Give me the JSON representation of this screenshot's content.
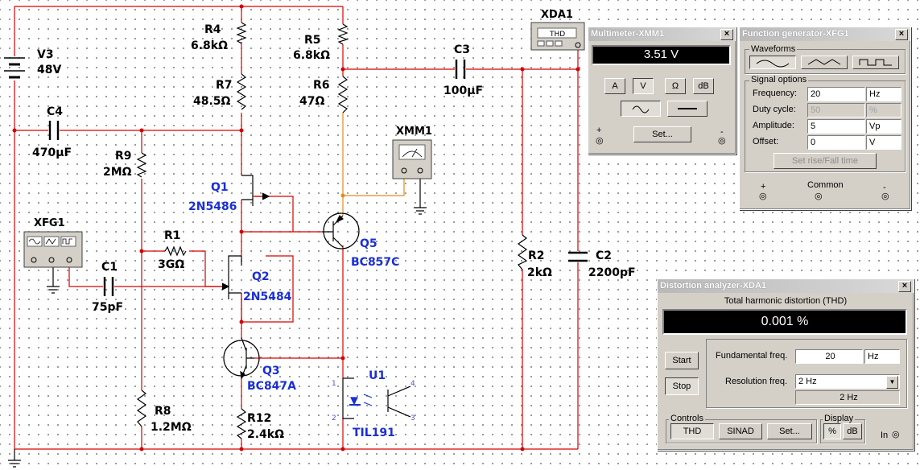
{
  "schematic": {
    "components": {
      "v3": {
        "ref": "V3",
        "value": "48V"
      },
      "r4": {
        "ref": "R4",
        "value": "6.8kΩ"
      },
      "r7": {
        "ref": "R7",
        "value": "48.5Ω"
      },
      "r5": {
        "ref": "R5",
        "value": "6.8kΩ"
      },
      "r6": {
        "ref": "R6",
        "value": "47Ω"
      },
      "c3": {
        "ref": "C3",
        "value": "100µF"
      },
      "c4": {
        "ref": "C4",
        "value": "470µF"
      },
      "r9": {
        "ref": "R9",
        "value": "2MΩ"
      },
      "q1": {
        "ref": "Q1",
        "value": "2N5486"
      },
      "r1": {
        "ref": "R1",
        "value": "3GΩ"
      },
      "q2": {
        "ref": "Q2",
        "value": "2N5484"
      },
      "c1": {
        "ref": "C1",
        "value": "75pF"
      },
      "q5": {
        "ref": "Q5",
        "value": "BC857C"
      },
      "q3": {
        "ref": "Q3",
        "value": "BC847A"
      },
      "r8": {
        "ref": "R8",
        "value": "1.2MΩ"
      },
      "r12": {
        "ref": "R12",
        "value": "2.4kΩ"
      },
      "u1": {
        "ref": "U1",
        "value": "TIL191"
      },
      "r2": {
        "ref": "R2",
        "value": "2kΩ"
      },
      "c2": {
        "ref": "C2",
        "value": "2200pF"
      }
    },
    "instruments": {
      "xfg1": "XFG1",
      "xmm1": "XMM1",
      "xda1": "XDA1",
      "xda1_inner": "THD"
    },
    "u1_pins": [
      "1",
      "2",
      "3",
      "4"
    ]
  },
  "multimeter": {
    "title": "Multimeter-XMM1",
    "reading": "3.51 V",
    "modes": [
      "A",
      "V",
      "Ω",
      "dB"
    ],
    "active_mode": "V",
    "set_label": "Set...",
    "plus": "+",
    "minus": "-"
  },
  "function_generator": {
    "title": "Function generator-XFG1",
    "waveforms_label": "Waveforms",
    "signal_options_label": "Signal options",
    "rows": [
      {
        "label": "Frequency:",
        "value": "20",
        "unit": "Hz",
        "disabled": false
      },
      {
        "label": "Duty cycle:",
        "value": "50",
        "unit": "%",
        "disabled": true
      },
      {
        "label": "Amplitude:",
        "value": "5",
        "unit": "Vp",
        "disabled": false
      },
      {
        "label": "Offset:",
        "value": "0",
        "unit": "V",
        "disabled": false
      }
    ],
    "rise_fall_label": "Set rise/Fall time",
    "common_label": "Common",
    "plus": "+",
    "minus": "-"
  },
  "distortion_analyzer": {
    "title": "Distortion analyzer-XDA1",
    "heading": "Total harmonic distortion (THD)",
    "reading": "0.001 %",
    "start_label": "Start",
    "stop_label": "Stop",
    "fundamental_label": "Fundamental freq.",
    "fundamental_value": "20",
    "fundamental_unit": "Hz",
    "resolution_label": "Resolution freq.",
    "resolution_value": "2 Hz",
    "resolution_readout": "2 Hz",
    "controls_label": "Controls",
    "display_label": "Display",
    "thd_label": "THD",
    "sinad_label": "SINAD",
    "set_label": "Set...",
    "pct_label": "%",
    "db_label": "dB",
    "in_label": "In"
  }
}
